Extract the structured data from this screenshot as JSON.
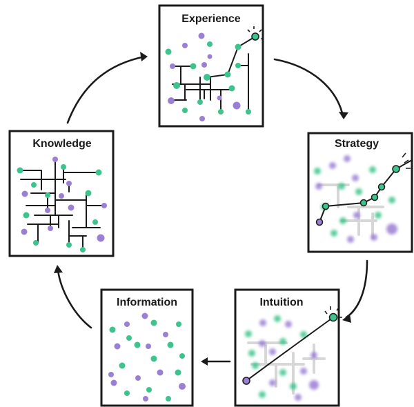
{
  "diagram": {
    "panels": {
      "experience": {
        "title": "Experience"
      },
      "strategy": {
        "title": "Strategy"
      },
      "intuition": {
        "title": "Intuition"
      },
      "information": {
        "title": "Information"
      },
      "knowledge": {
        "title": "Knowledge"
      }
    },
    "cycle_order": [
      "Information",
      "Knowledge",
      "Experience",
      "Strategy",
      "Intuition"
    ]
  },
  "colors": {
    "green": "#3cc48c",
    "purple": "#9b7fd4",
    "outline": "#1a1a1a"
  }
}
